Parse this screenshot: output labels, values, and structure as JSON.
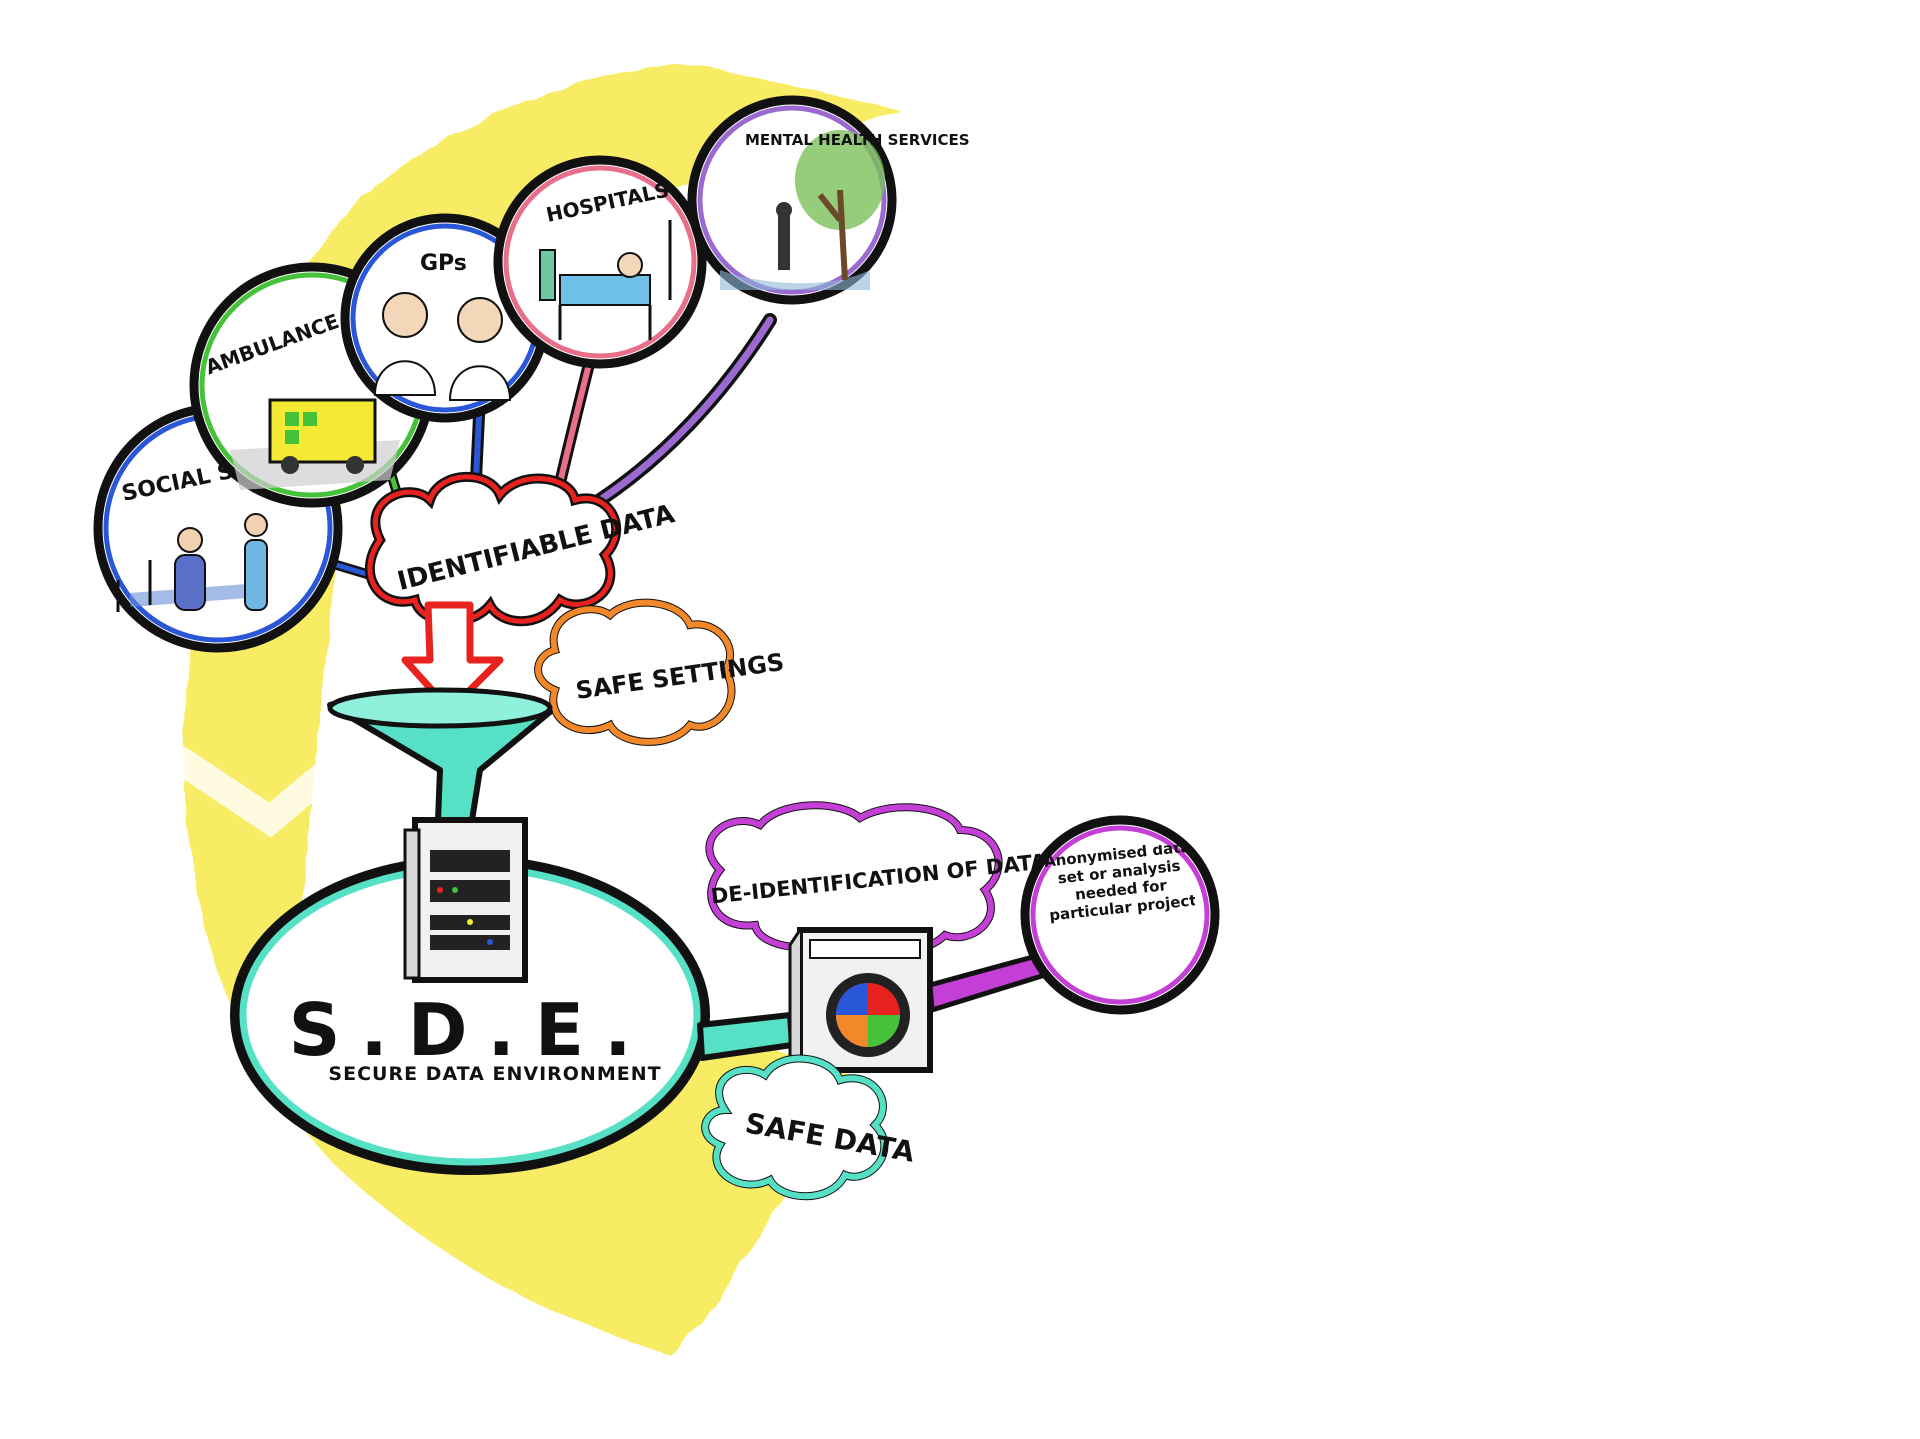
{
  "sources": {
    "social": "SOCIAL SERVICES",
    "ambulance": "AMBULANCE SERVICES",
    "gps": "GPs",
    "hospitals": "HOSPITALS",
    "mental": "MENTAL HEALTH SERVICES"
  },
  "identifiable": "IDENTIFIABLE DATA",
  "safe_settings": "SAFE SETTINGS",
  "sde": {
    "acronym": "S.D.E.",
    "full": "SECURE DATA ENVIRONMENT"
  },
  "deidentification": "DE-IDENTIFICATION OF DATA",
  "anonymised": "Anonymised data set or analysis needed for particular project",
  "safe_data": "SAFE DATA",
  "colors": {
    "highlight": "#f7e94a",
    "red": "#e8231f",
    "orange": "#f2882a",
    "teal": "#56e0c6",
    "purple": "#c33fd6",
    "blue": "#2a56d8",
    "green": "#45c23a",
    "pink": "#e86f8a",
    "lavender": "#9a6ad0"
  },
  "icons": [
    "social-services-scene",
    "ambulance-scene",
    "gps-doctors-scene",
    "hospital-bed-scene",
    "mental-health-tree-scene",
    "funnel-icon",
    "server-rack-icon",
    "washing-machine-icon"
  ]
}
